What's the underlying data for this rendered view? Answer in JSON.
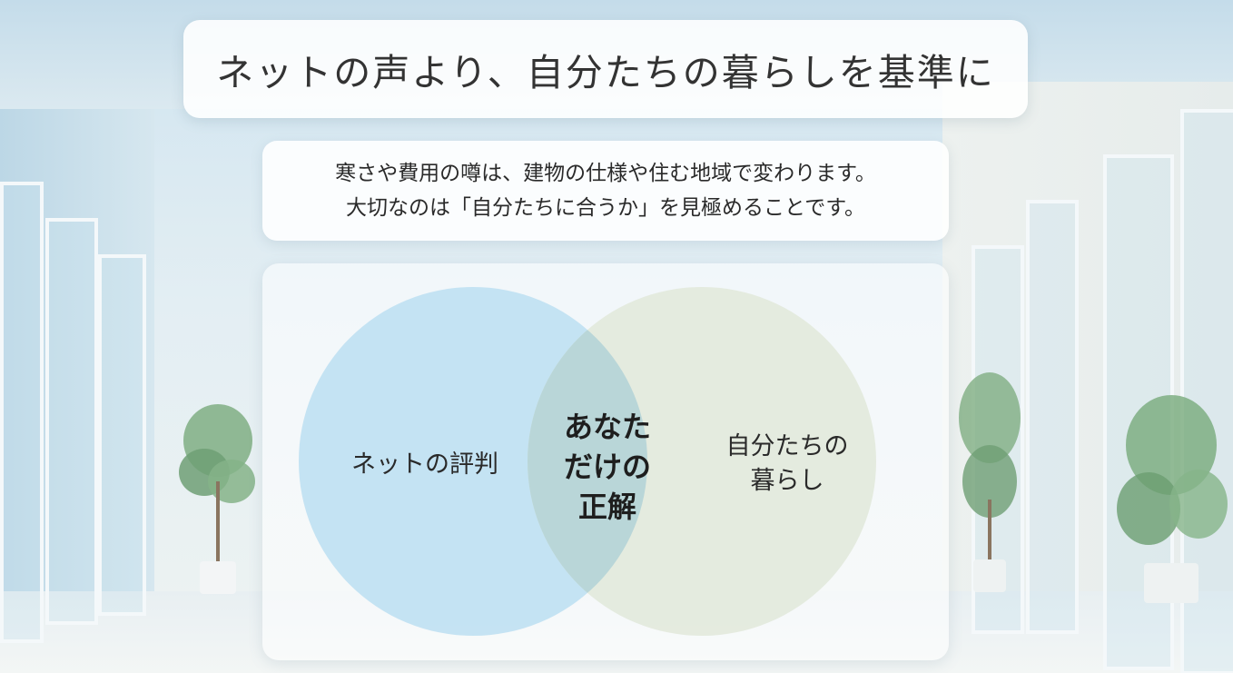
{
  "title": "ネットの声より、自分たちの暮らしを基準に",
  "description": {
    "line1": "寒さや費用の噂は、建物の仕様や住む地域で変わります。",
    "line2": "大切なのは「自分たちに合うか」を見極めることです。"
  },
  "venn": {
    "left": "ネットの評判",
    "right_line1": "自分たちの",
    "right_line2": "暮らし",
    "center_line1": "あなた",
    "center_line2": "だけの",
    "center_line3": "正解"
  },
  "colors": {
    "left_circle": "#bfe0f2",
    "right_circle": "#e2e9dc",
    "overlap": "#b9d6d8"
  }
}
